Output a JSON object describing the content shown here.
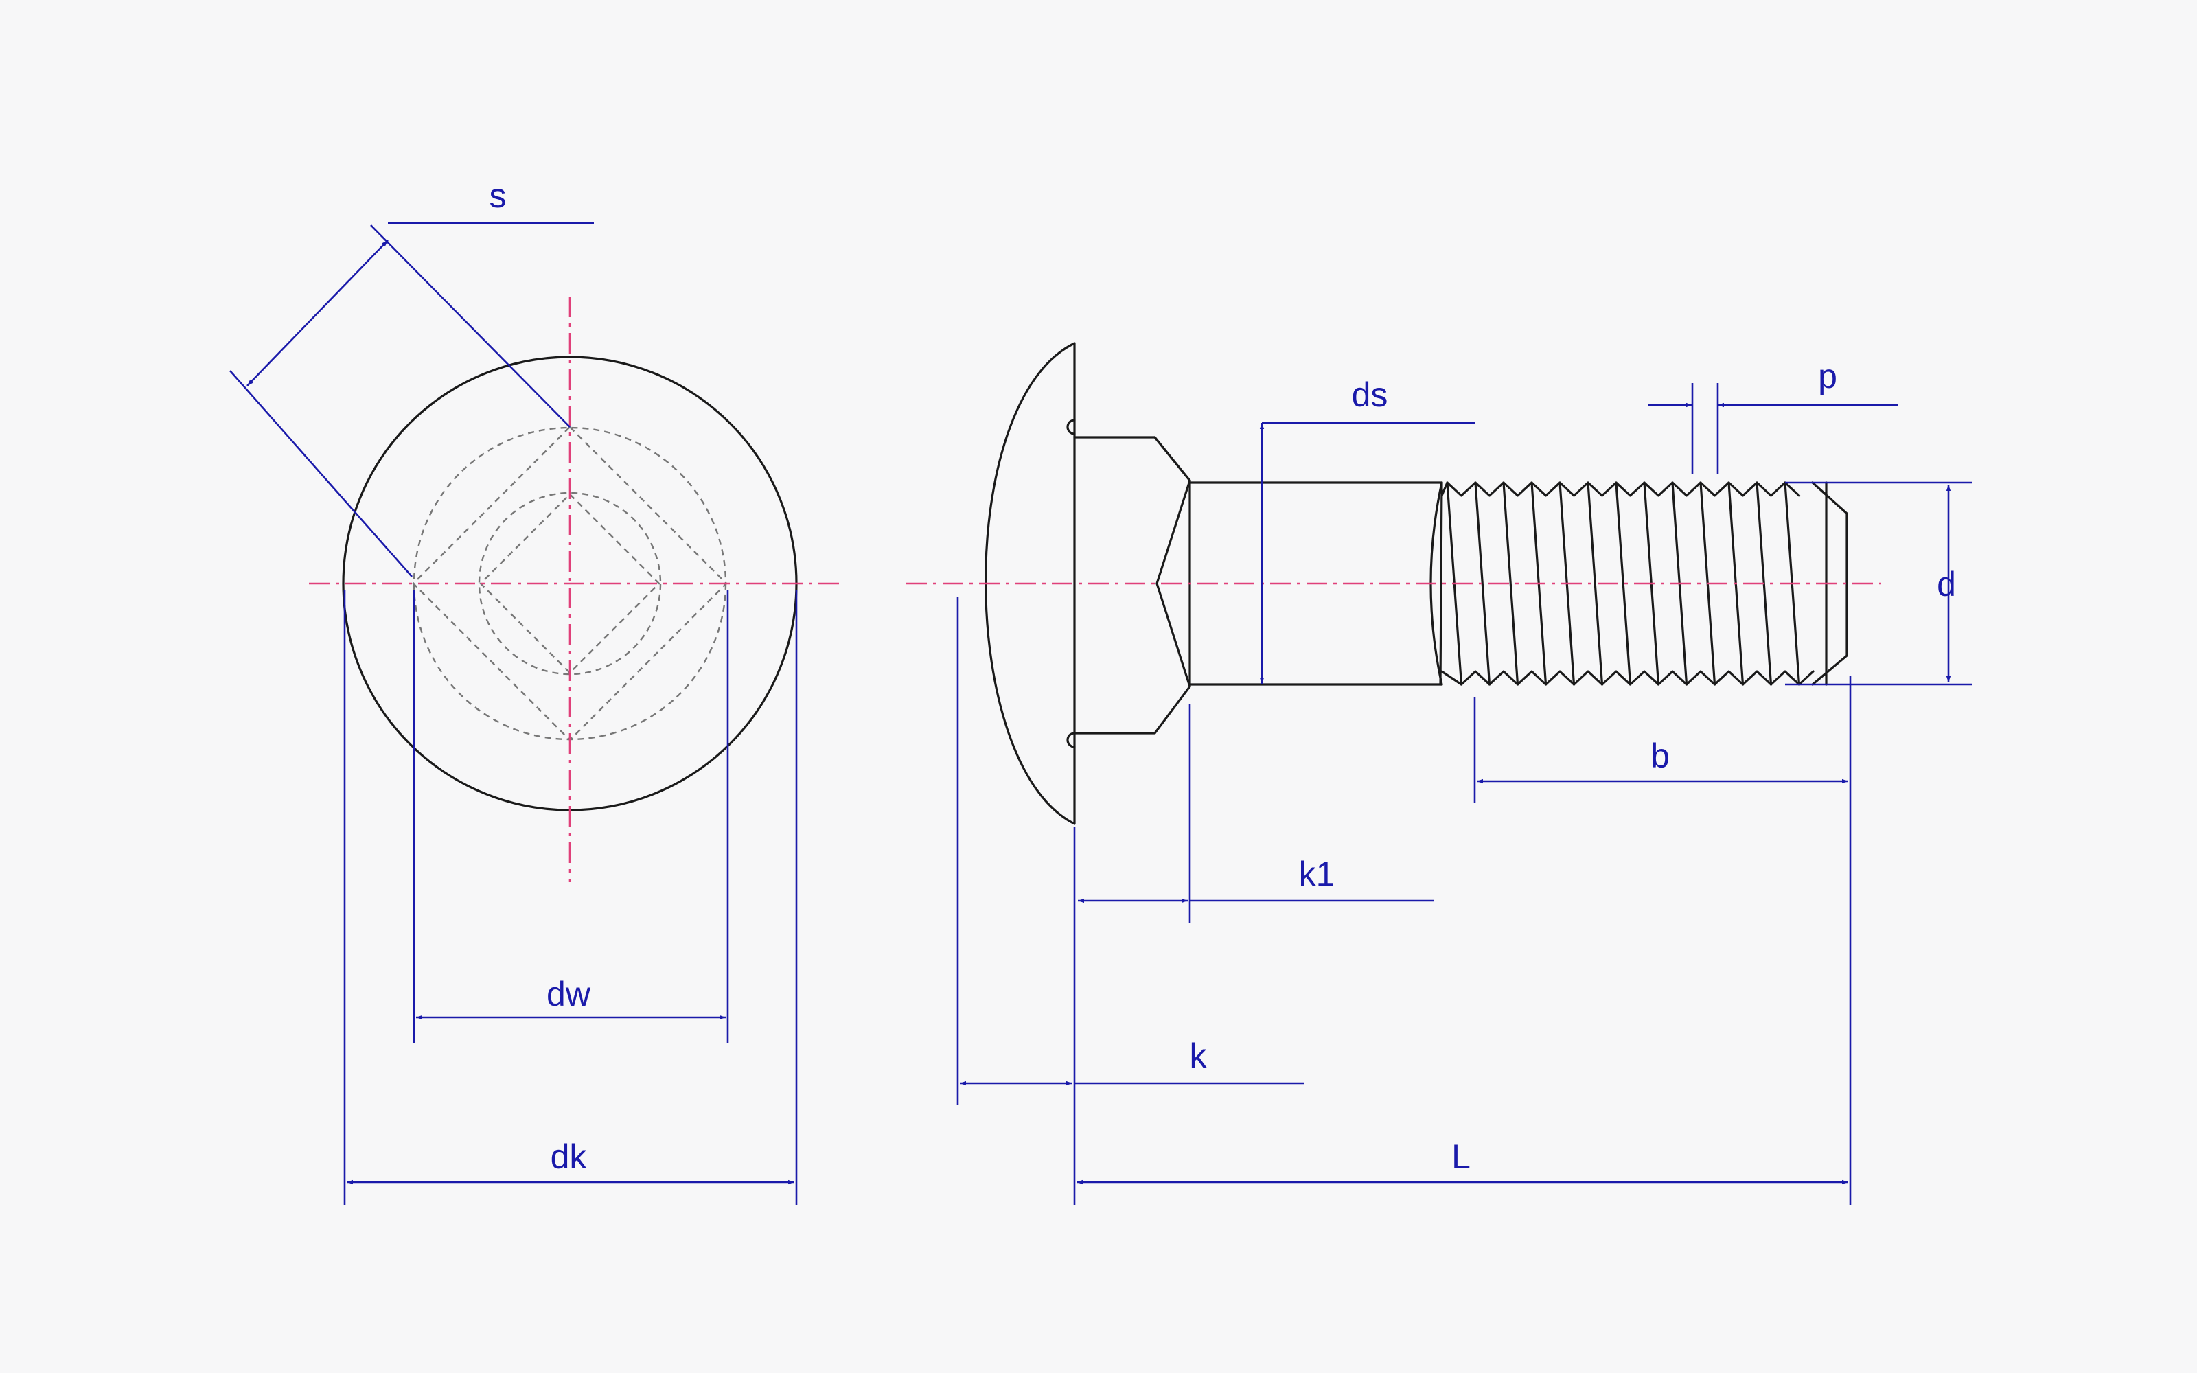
{
  "colors": {
    "object": "#1a1a1a",
    "hidden": "#777777",
    "centerline": "#e0407a",
    "dimension": "#1a1aaa",
    "background": "#f7f7f8"
  },
  "labels": {
    "s": "s",
    "dw": "dw",
    "dk": "dk",
    "ds": "ds",
    "p": "p",
    "d": "d",
    "b": "b",
    "k1": "k1",
    "k": "k",
    "L": "L"
  }
}
